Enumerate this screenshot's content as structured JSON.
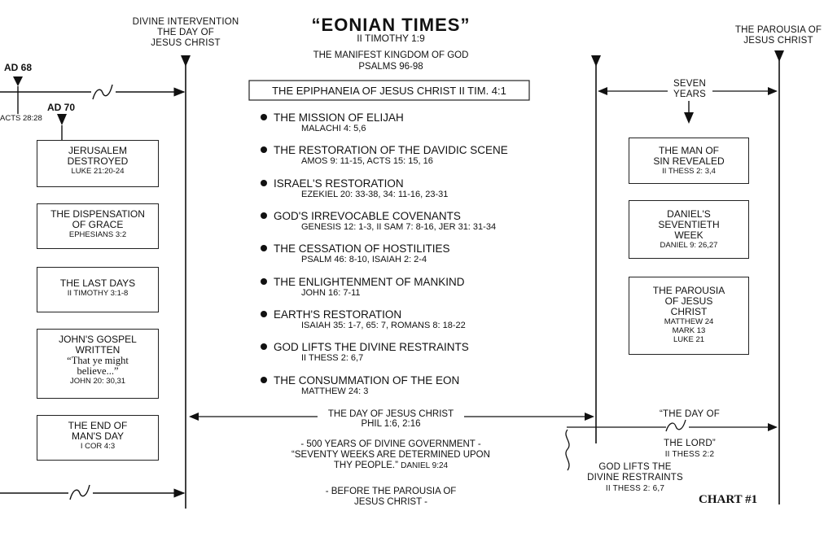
{
  "header": {
    "title": "“EONIAN TIMES”",
    "title_ref": "II TIMOTHY 1:9",
    "subtitle": "THE MANIFEST KINGDOM OF GOD",
    "subtitle_ref": "PSALMS 96-98",
    "epiphaneia": "THE EPIPHANEIA OF JESUS CHRIST  II TIM. 4:1"
  },
  "markers": {
    "divine_intervention": [
      "DIVINE INTERVENTION",
      "THE DAY OF",
      "JESUS CHRIST"
    ],
    "parousia_top": [
      "THE PAROUSIA OF",
      "JESUS CHRIST"
    ],
    "ad68": "AD 68",
    "ad70": "AD 70",
    "acts": "ACTS 28:28",
    "seven_years": [
      "SEVEN",
      "YEARS"
    ]
  },
  "left_boxes": [
    {
      "lines": [
        "JERUSALEM",
        "DESTROYED"
      ],
      "ref": "LUKE 21:20-24"
    },
    {
      "lines": [
        "THE DISPENSATION",
        "OF GRACE"
      ],
      "ref": "EPHESIANS 3:2"
    },
    {
      "lines": [
        "THE LAST DAYS"
      ],
      "ref": "II TIMOTHY 3:1-8"
    },
    {
      "lines": [
        "JOHN'S GOSPEL",
        "WRITTEN"
      ],
      "quote": [
        "“That ye might",
        "believe...”"
      ],
      "ref": "JOHN 20: 30,31"
    },
    {
      "lines": [
        "THE END OF",
        "MAN'S DAY"
      ],
      "ref": "I COR 4:3"
    }
  ],
  "center_items": [
    {
      "title": "THE MISSION OF ELIJAH",
      "ref": "MALACHI 4: 5,6"
    },
    {
      "title": "THE RESTORATION OF THE DAVIDIC SCENE",
      "ref": "AMOS 9: 11-15, ACTS 15: 15, 16"
    },
    {
      "title": "ISRAEL'S RESTORATION",
      "ref": "EZEKIEL 20: 33-38, 34: 11-16, 23-31"
    },
    {
      "title": "GOD'S IRREVOCABLE COVENANTS",
      "ref": "GENESIS 12: 1-3, II SAM 7: 8-16, JER 31: 31-34"
    },
    {
      "title": "THE CESSATION OF HOSTILITIES",
      "ref": "PSALM 46: 8-10, ISAIAH 2: 2-4"
    },
    {
      "title": "THE ENLIGHTENMENT OF MANKIND",
      "ref": "JOHN 16: 7-11"
    },
    {
      "title": "EARTH'S RESTORATION",
      "ref": "ISAIAH 35: 1-7, 65: 7, ROMANS 8: 18-22"
    },
    {
      "title": "GOD LIFTS THE DIVINE RESTRAINTS",
      "ref": "II THESS 2: 6,7"
    },
    {
      "title": "THE CONSUMMATION OF THE EON",
      "ref": "MATTHEW 24: 3"
    }
  ],
  "right_boxes": [
    {
      "lines": [
        "THE MAN OF",
        "SIN REVEALED"
      ],
      "ref": "II THESS 2: 3,4"
    },
    {
      "lines": [
        "DANIEL'S",
        "SEVENTIETH",
        "WEEK"
      ],
      "ref": "DANIEL 9: 26,27"
    },
    {
      "lines": [
        "THE PAROUSIA",
        "OF JESUS",
        "CHRIST"
      ],
      "ref_lines": [
        "MATTHEW 24",
        "MARK 13",
        "LUKE 21"
      ]
    }
  ],
  "bottom": {
    "day_of_christ": "THE DAY OF JESUS CHRIST",
    "day_of_christ_ref": "PHIL 1:6, 2:16",
    "years_lines": [
      "- 500 YEARS OF DIVINE GOVERNMENT -",
      "“SEVENTY WEEKS ARE DETERMINED UPON",
      "THY PEOPLE.”"
    ],
    "years_ref": "DANIEL 9:24",
    "before_lines": [
      "- BEFORE THE PAROUSIA OF",
      "JESUS CHRIST -"
    ],
    "day_of_lord_top": "“THE DAY OF",
    "day_of_lord_bottom": "THE LORD”",
    "day_of_lord_ref": "II THESS 2:2",
    "restraints_lines": [
      "GOD LIFTS THE",
      "DIVINE RESTRAINTS"
    ],
    "restraints_ref": "II THESS 2: 6,7",
    "chart_label": "CHART #1"
  }
}
